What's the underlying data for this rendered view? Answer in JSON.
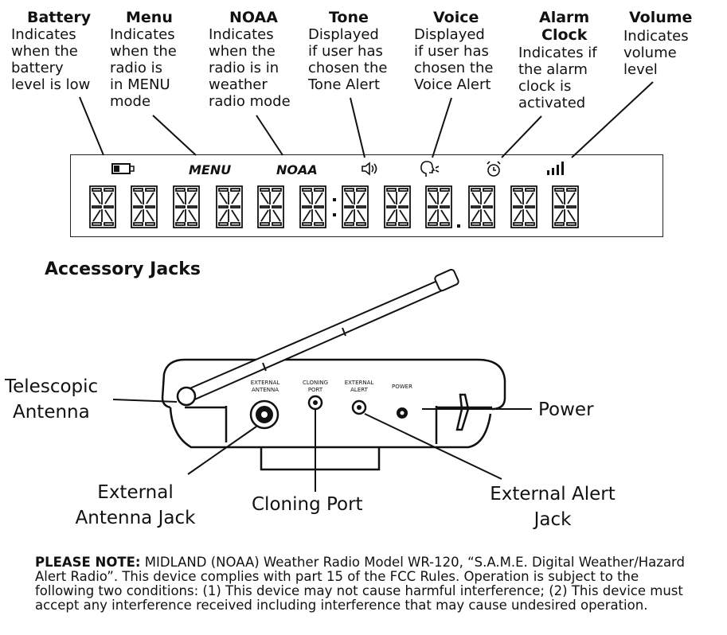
{
  "indicators": [
    {
      "id": "battery",
      "title": "Battery",
      "desc": [
        "Indicates",
        "when the",
        "battery",
        "level is low"
      ]
    },
    {
      "id": "menu",
      "title": "Menu",
      "desc": [
        "Indicates",
        "when the",
        "radio is",
        "in MENU",
        "mode"
      ]
    },
    {
      "id": "noaa",
      "title": "NOAA",
      "desc": [
        "Indicates",
        "when the",
        "radio is in",
        "weather",
        "radio mode"
      ]
    },
    {
      "id": "tone",
      "title": "Tone",
      "desc": [
        "Displayed",
        "if user has",
        "chosen the",
        "Tone Alert"
      ]
    },
    {
      "id": "voice",
      "title": "Voice",
      "desc": [
        "Displayed",
        "if user has",
        "chosen the",
        "Voice Alert"
      ]
    },
    {
      "id": "alarm",
      "title": "Alarm",
      "title2": "Clock",
      "desc": [
        "Indicates if",
        "the alarm",
        "clock is",
        "activated"
      ]
    },
    {
      "id": "volume",
      "title": "Volume",
      "desc": [
        "Indicates",
        "volume",
        "level"
      ]
    }
  ],
  "lcd": {
    "menu_text": "MENU",
    "noaa_text": "NOAA",
    "digit_count": 12
  },
  "accessory": {
    "section_title": "Accessory Jacks",
    "jack_labels": {
      "external_antenna": [
        "EXTERNAL",
        "ANTENNA"
      ],
      "cloning_port": [
        "CLONING",
        "PORT"
      ],
      "external_alert": [
        "EXTERNAL",
        "ALERT"
      ],
      "power": [
        "POWER"
      ]
    },
    "callouts": {
      "telescopic_antenna": [
        "Telescopic",
        "Antenna"
      ],
      "external_antenna_jack": [
        "External",
        "Antenna Jack"
      ],
      "cloning_port": [
        "Cloning Port"
      ],
      "external_alert_jack": [
        "External Alert",
        "Jack"
      ],
      "power": [
        "Power"
      ]
    }
  },
  "note": {
    "label": "PLEASE NOTE:",
    "text": " MIDLAND (NOAA) Weather Radio Model WR-120, “S.A.M.E. Digital Weather/Hazard Alert Radio”. This device complies with part 15 of the FCC Rules. Operation is subject to the following two conditions: (1) This device may not cause harmful interference; (2) This device must accept any interference received including interference that may cause undesired operation."
  }
}
